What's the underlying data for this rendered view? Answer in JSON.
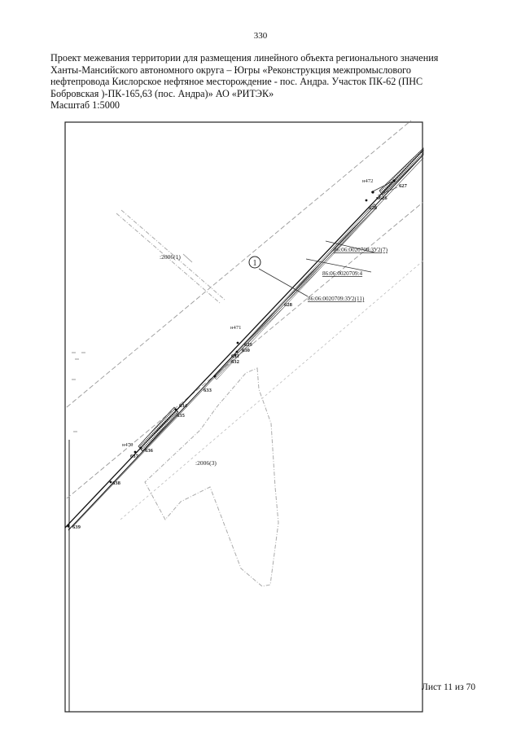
{
  "page_number": "330",
  "header": {
    "line1": "Проект межевания  территории для размещения линейного объекта регионального значения",
    "line2": "Ханты-Мансийского автономного округа – Югры  «Реконструкция межпромыслового",
    "line3": "нефтепровода Кислорское нефтяное месторождение - пос. Андра. Участок ПК-62 (ПНС",
    "line4": "Бобровская )-ПК-165,63 (пос. Андра)» АО «РИТЭК»",
    "scale": "Масштаб 1:5000"
  },
  "map": {
    "parcel_labels": {
      "p2006_1": ":2006(1)",
      "p2006_3": ":2006(3)"
    },
    "cadastral_labels": {
      "zu2_7": "86:06:0020709:ЗУ2(7)",
      "p4": "86:06:0020709:4",
      "zu2_11": "86:06:0020709:ЗУ2(11)"
    },
    "marker": "1",
    "points": {
      "n472": "н472",
      "p627": "627",
      "n626": "н626",
      "p628a": "628",
      "p628b": "628",
      "n471": "н471",
      "p629": "629",
      "p630": "630",
      "p631": "631",
      "p632": "632",
      "p633": "633",
      "p634": "634",
      "p635": "635",
      "n470": "н470",
      "p636": "636",
      "p637": "637",
      "p638": "638",
      "p639": "639"
    }
  },
  "sheet": "Лист 11 из 70"
}
